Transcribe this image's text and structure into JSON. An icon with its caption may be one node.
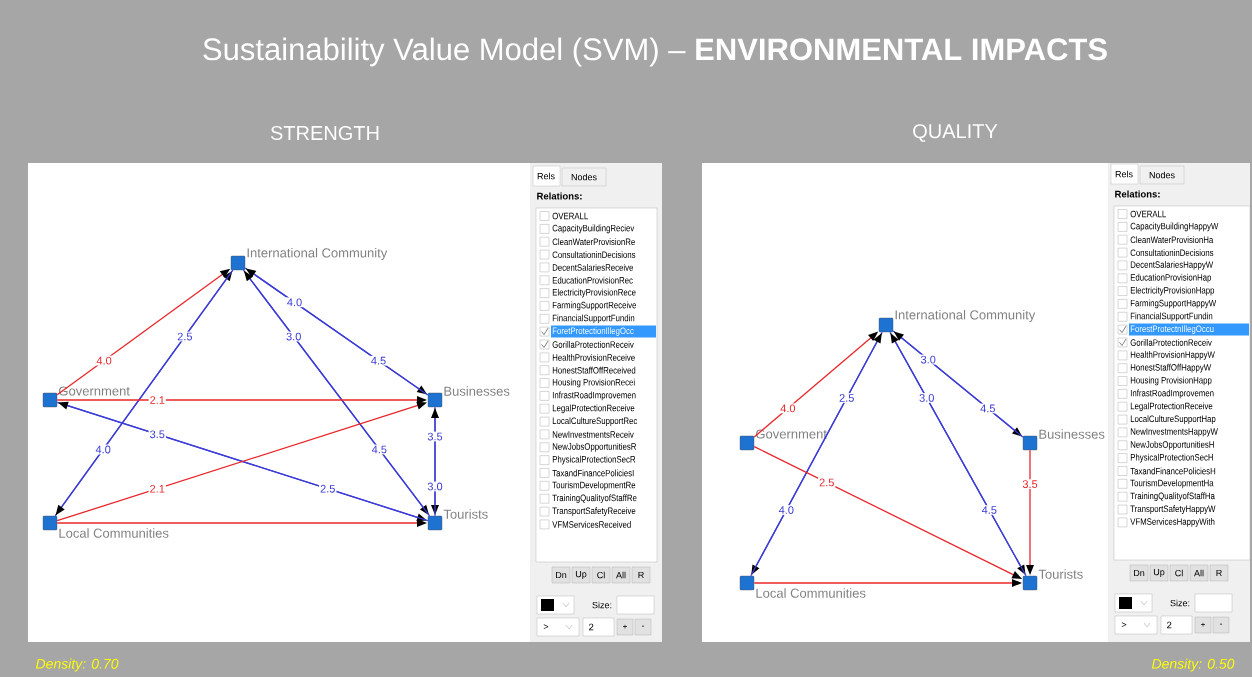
{
  "diagram": {
    "title": "Sustainability Value Model (SVM) – **ENVIRONMENTAL IMPACTS**",
    "nodes": [
      {
        "text": [
          "International Community"
        ]
      },
      {
        "text": [
          "Government"
        ]
      },
      {
        "text": [
          "Businesses"
        ]
      },
      {
        "text": [
          "Local Communities"
        ]
      },
      {
        "text": [
          "Tourists"
        ]
      },
      {
        "text": [
          "International Community"
        ]
      },
      {
        "text": [
          "Government"
        ]
      },
      {
        "text": [
          "Businesses"
        ]
      },
      {
        "text": [
          "Local Communities"
        ]
      },
      {
        "text": [
          "Tourists"
        ]
      }
    ],
    "edges": [
      {
        "from": 1,
        "to": 0,
        "arrow": "to",
        "label": "4.0",
        "color": "#e8262a"
      },
      {
        "from": 3,
        "to": 0,
        "arrow": "to",
        "label": "4.0"
      },
      {
        "from": 0,
        "to": 3,
        "arrow": "to",
        "label": "2.5"
      },
      {
        "from": 0,
        "to": 2,
        "arrow": "to",
        "label": "4.0"
      },
      {
        "from": 2,
        "to": 0,
        "arrow": "to",
        "label": "4.5"
      },
      {
        "from": 0,
        "to": 4,
        "arrow": "to",
        "label": "3.0"
      },
      {
        "from": 4,
        "to": 0,
        "arrow": "to",
        "label": "4.5"
      },
      {
        "from": 1,
        "to": 2,
        "arrow": "to",
        "label": "2.1",
        "color": "#e8262a"
      },
      {
        "from": 1,
        "to": 4,
        "arrow": "to",
        "label": "3.5"
      },
      {
        "from": 4,
        "to": 1,
        "arrow": "to",
        "label": "2.5"
      },
      {
        "from": 3,
        "to": 2,
        "arrow": "to",
        "label": "2.1",
        "color": "#e8262a"
      },
      {
        "from": 3,
        "to": 4,
        "arrow": "to",
        "color": "#e8262a"
      },
      {
        "from": 2,
        "to": 4,
        "arrow": "to",
        "label": "3.5"
      },
      {
        "from": 4,
        "to": 2,
        "arrow": "to",
        "label": "3.0"
      },
      {
        "from": 6,
        "to": 5,
        "arrow": "to",
        "label": "4.0",
        "color": "#e8262a"
      },
      {
        "from": 5,
        "to": 8,
        "arrow": "to",
        "label": "2.5"
      },
      {
        "from": 8,
        "to": 5,
        "arrow": "to",
        "label": "4.0"
      },
      {
        "from": 5,
        "to": 7,
        "arrow": "to",
        "label": "3.0"
      },
      {
        "from": 7,
        "to": 5,
        "arrow": "to",
        "label": "4.5"
      },
      {
        "from": 5,
        "to": 9,
        "arrow": "to",
        "label": "3.0"
      },
      {
        "from": 9,
        "to": 5,
        "arrow": "to",
        "label": "4.5"
      },
      {
        "from": 6,
        "to": 9,
        "arrow": "to",
        "label": "2.5",
        "color": "#e8262a"
      },
      {
        "from": 7,
        "to": 9,
        "arrow": "to",
        "label": "3.5",
        "color": "#e8262a"
      },
      {
        "from": 8,
        "to": 9,
        "arrow": "to",
        "color": "#e8262a"
      }
    ],
    "labels": [
      "STRENGTH",
      "QUALITY",
      "Rels",
      "Nodes",
      "Relations:",
      "OVERALL",
      "CapacityBuildingReciev",
      "CleanWaterProvisionRe",
      "ConsultationinDecisions",
      "DecentSalariesReceive",
      "EducationProvisionRec",
      "ElectricityProvisionRece",
      "FarmingSupportReceive",
      "FinancialSupportFundin",
      "ForetProtectionIllegOcc",
      "GorillaProtectionReceiv",
      "HealthProvisionReceive",
      "HonestStaffOffReceived",
      "Housing ProvisionRecei",
      "InfrastRoadImprovemen",
      "LegalProtectionReceive",
      "LocalCultureSupportRec",
      "NewInvestmentsReceiv",
      "NewJobsOpportunitiesR",
      "PhysicalProtectionSecR",
      "TaxandFinancePoliciesI",
      "TourismDevelopmentRe",
      "TrainingQualityofStaffRe",
      "TransportSafetyReceive",
      "VFMServicesReceived",
      "Dn",
      "Up",
      "Cl",
      "All",
      "R",
      "Size:",
      ">",
      "2",
      "+",
      "-",
      "Rels",
      "Nodes",
      "Relations:",
      "OVERALL",
      "CapacityBuildingHappyW",
      "CleanWaterProvisionHa",
      "ConsultationinDecisions",
      "DecentSalariesHappyW",
      "EducationProvisionHap",
      "ElectricityProvisionHapp",
      "FarmingSupportHappyW",
      "FinancialSupportFundin",
      "ForestProtectnIllegOccu",
      "GorillaProtectionReceiv",
      "HealthProvisionHappyW",
      "HonestStaffOffHappyW",
      "Housing ProvisionHapp",
      "InfrastRoadImprovemen",
      "LegalProtectionReceive",
      "LocalCultureSupportHap",
      "NewInvestmentsHappyW",
      "NewJobsOpportunitiesH",
      "PhysicalProtectionSecH",
      "TaxandFinancePoliciesH",
      "TourismDevelopmentHa",
      "TrainingQualityofStaffHa",
      "TransportSafetyHappyW",
      "VFMServicesHappyWith",
      "Dn",
      "Up",
      "Cl",
      "All",
      "R",
      "Size:",
      ">",
      "2",
      "+",
      "-",
      "Density: 0.70",
      "Density: 0.50"
    ]
  }
}
